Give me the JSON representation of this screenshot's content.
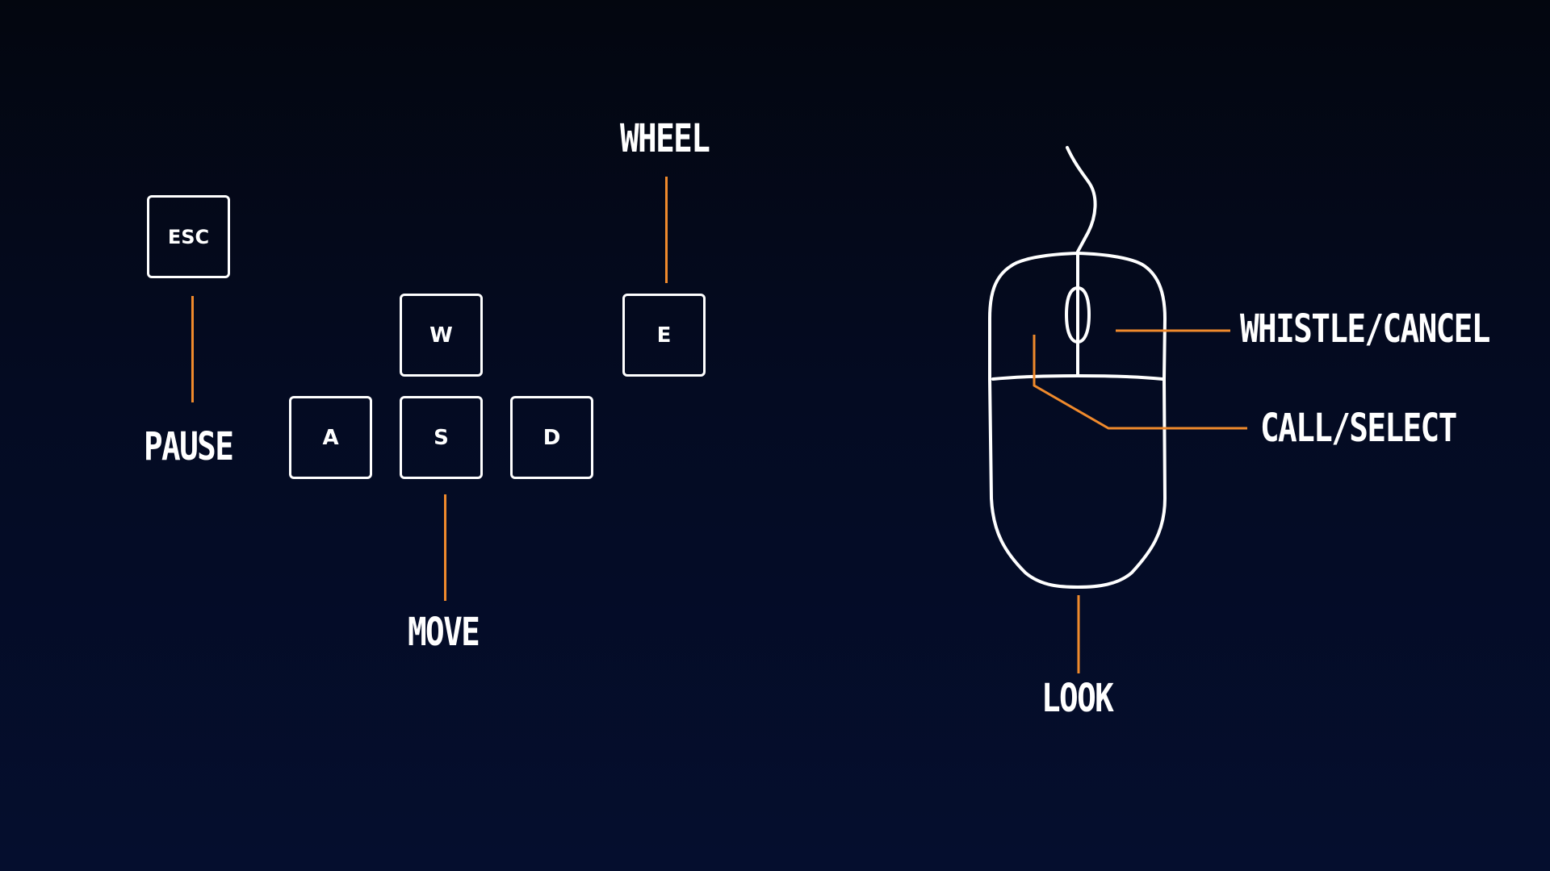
{
  "keys": {
    "esc": "ESC",
    "w": "W",
    "a": "A",
    "s": "S",
    "d": "D",
    "e": "E"
  },
  "labels": {
    "pause": "PAUSE",
    "move": "MOVE",
    "wheel": "WHEEL",
    "whistle_cancel": "WHISTLE/CANCEL",
    "call_select": "CALL/SELECT",
    "look": "LOOK"
  },
  "colors": {
    "background_top": "#03060f",
    "background_bottom": "#050e2e",
    "outline": "#ffffff",
    "accent_line": "#f08a2c"
  },
  "icons": {
    "mouse": "computer-mouse-icon"
  }
}
